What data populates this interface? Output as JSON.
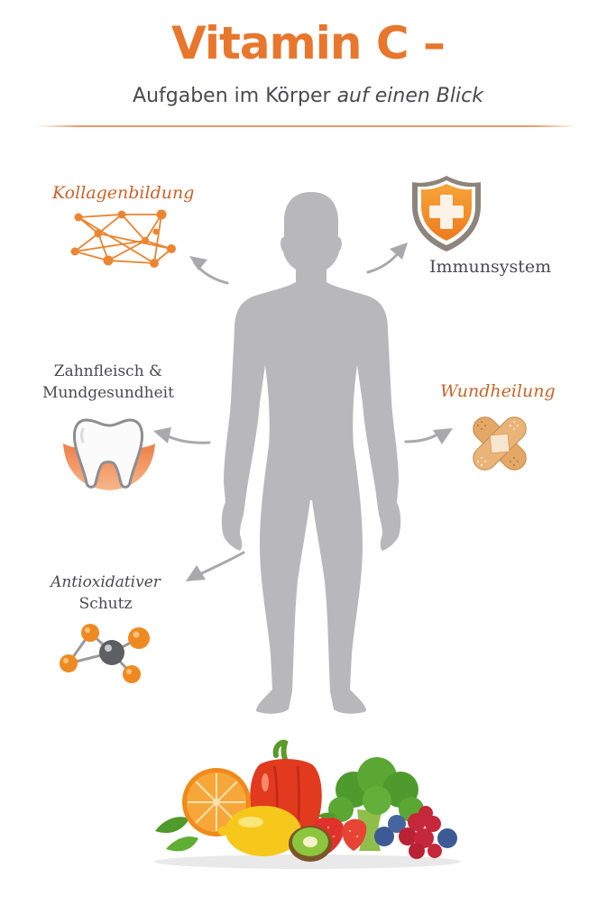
{
  "header": {
    "title": "Vitamin C –",
    "subtitle_regular": "Aufgaben im Körper ",
    "subtitle_italic": "auf einen Blick"
  },
  "colors": {
    "accent_orange": "#e8762c",
    "label_orange": "#c8642a",
    "text_gray": "#4a4a50",
    "body_silhouette": "#b7b7ba",
    "arrow_gray": "#a9a9ab",
    "divider": "#ec9a66"
  },
  "functions": [
    {
      "id": "kollagen",
      "label": "Kollagenbildung",
      "icon": "collagen-network-icon",
      "side": "left",
      "style": "orange"
    },
    {
      "id": "immun",
      "label": "Immunsystem",
      "icon": "shield-cross-icon",
      "side": "right",
      "style": "gray"
    },
    {
      "id": "zahn",
      "label_line1": "Zahnfleisch &",
      "label_line2": "Mundgesundheit",
      "icon": "tooth-gum-icon",
      "side": "left",
      "style": "gray"
    },
    {
      "id": "wunde",
      "label": "Wundheilung",
      "icon": "bandage-cross-icon",
      "side": "right",
      "style": "orange"
    },
    {
      "id": "antiox",
      "label_line1": "Antioxidativer",
      "label_line2": "Schutz",
      "icon": "molecule-icon",
      "side": "left",
      "style": "gray"
    }
  ],
  "figure": {
    "icon": "human-body-silhouette"
  },
  "foods": {
    "icon": "vitamin-c-foods-illustration",
    "items": [
      "Orange",
      "Paprika",
      "Zitrone",
      "Kiwi",
      "Brokkoli",
      "Erdbeeren",
      "Heidelbeeren",
      "Johannisbeeren",
      "Blätter"
    ]
  }
}
